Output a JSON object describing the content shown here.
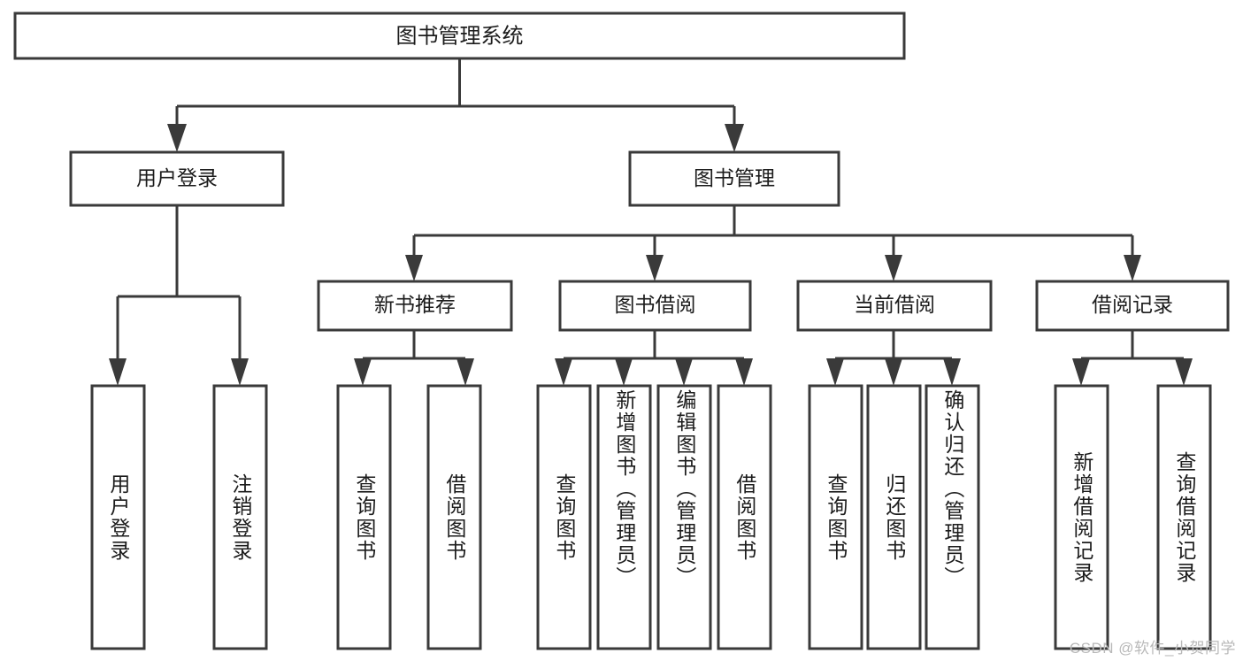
{
  "diagram": {
    "title": "图书管理系统",
    "type": "hierarchy-tree",
    "watermark": "CSDN @软件_小贺同学",
    "colors": {
      "stroke": "#3a3a3a",
      "fill": "#ffffff",
      "text": "#1c1c1c",
      "watermark": "#b9b9b9",
      "background": "#ffffff"
    },
    "levels": {
      "root": {
        "label": "图书管理系统"
      },
      "level2": [
        {
          "label": "用户登录"
        },
        {
          "label": "图书管理"
        }
      ],
      "level3": [
        {
          "label": "新书推荐"
        },
        {
          "label": "图书借阅"
        },
        {
          "label": "当前借阅"
        },
        {
          "label": "借阅记录"
        }
      ],
      "leaves": [
        {
          "label": "用户登录",
          "parent": "用户登录"
        },
        {
          "label": "注销登录",
          "parent": "用户登录"
        },
        {
          "label": "查询图书",
          "parent": "新书推荐"
        },
        {
          "label": "借阅图书",
          "parent": "新书推荐"
        },
        {
          "label": "查询图书",
          "parent": "图书借阅"
        },
        {
          "label": "新增图书（管理员）",
          "parent": "图书借阅"
        },
        {
          "label": "编辑图书（管理员）",
          "parent": "图书借阅"
        },
        {
          "label": "借阅图书",
          "parent": "图书借阅"
        },
        {
          "label": "查询图书",
          "parent": "当前借阅"
        },
        {
          "label": "归还图书",
          "parent": "当前借阅"
        },
        {
          "label": "确认归还（管理员）",
          "parent": "当前借阅"
        },
        {
          "label": "新增借阅记录",
          "parent": "借阅记录"
        },
        {
          "label": "查询借阅记录",
          "parent": "借阅记录"
        }
      ]
    }
  }
}
